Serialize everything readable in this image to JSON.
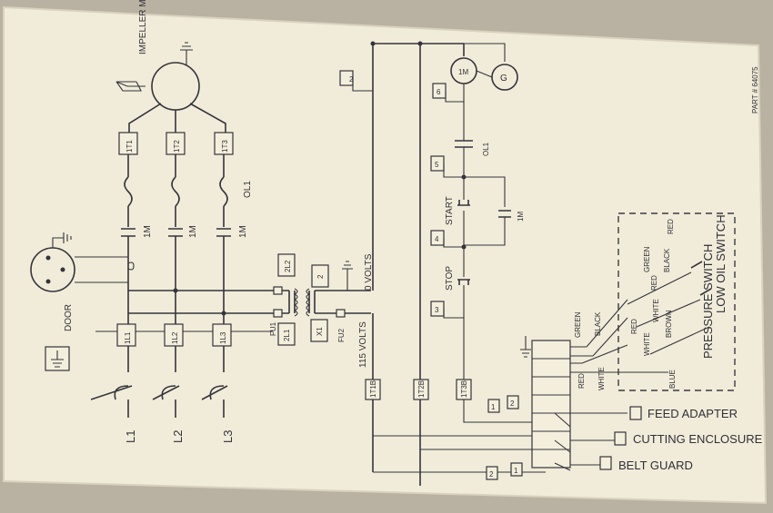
{
  "motor": {
    "label": "IMPELLER MOTOR",
    "leads": [
      "1T1",
      "1T2",
      "1T3"
    ]
  },
  "door": {
    "label": "DOOR"
  },
  "lines": [
    "L1",
    "L2",
    "L3"
  ],
  "line_terminals": [
    "1L1",
    "1L2",
    "1L3"
  ],
  "contactor": "1M",
  "overload": "OL1",
  "transformer": {
    "primary": [
      "2L2",
      "2L1"
    ],
    "secondary": [
      "2",
      "X1"
    ],
    "fuses": [
      "FU1",
      "FU2"
    ],
    "volts_low": "0 VOLTS",
    "volts_high": "115 VOLTS"
  },
  "control": {
    "wires": [
      "2",
      "6",
      "5",
      "4",
      "3"
    ],
    "coil": "1M",
    "pilot": "G",
    "overload": "OL1",
    "start": "START",
    "stop": "STOP",
    "aux": "1M",
    "bottom_wires": [
      "1T1B",
      "1T2B",
      "1T3B"
    ]
  },
  "switch_box": {
    "low_oil": "LOW OIL SWITCH",
    "pressure": "PRESSURE SWITCH",
    "wire_colors": [
      "RED",
      "GREEN",
      "BLACK",
      "WHITE",
      "BROWN",
      "BLUE",
      "RED",
      "WHITE",
      "RED"
    ]
  },
  "terminal_wires": [
    "GREEN",
    "BLACK",
    "RED",
    "WHITE"
  ],
  "interlocks": [
    "FEED ADAPTER",
    "CUTTING ENCLOSURE",
    "BELT GUARD"
  ],
  "interlock_terminals": [
    "1",
    "2",
    "2",
    "1"
  ],
  "part_number": "PART # 64075"
}
